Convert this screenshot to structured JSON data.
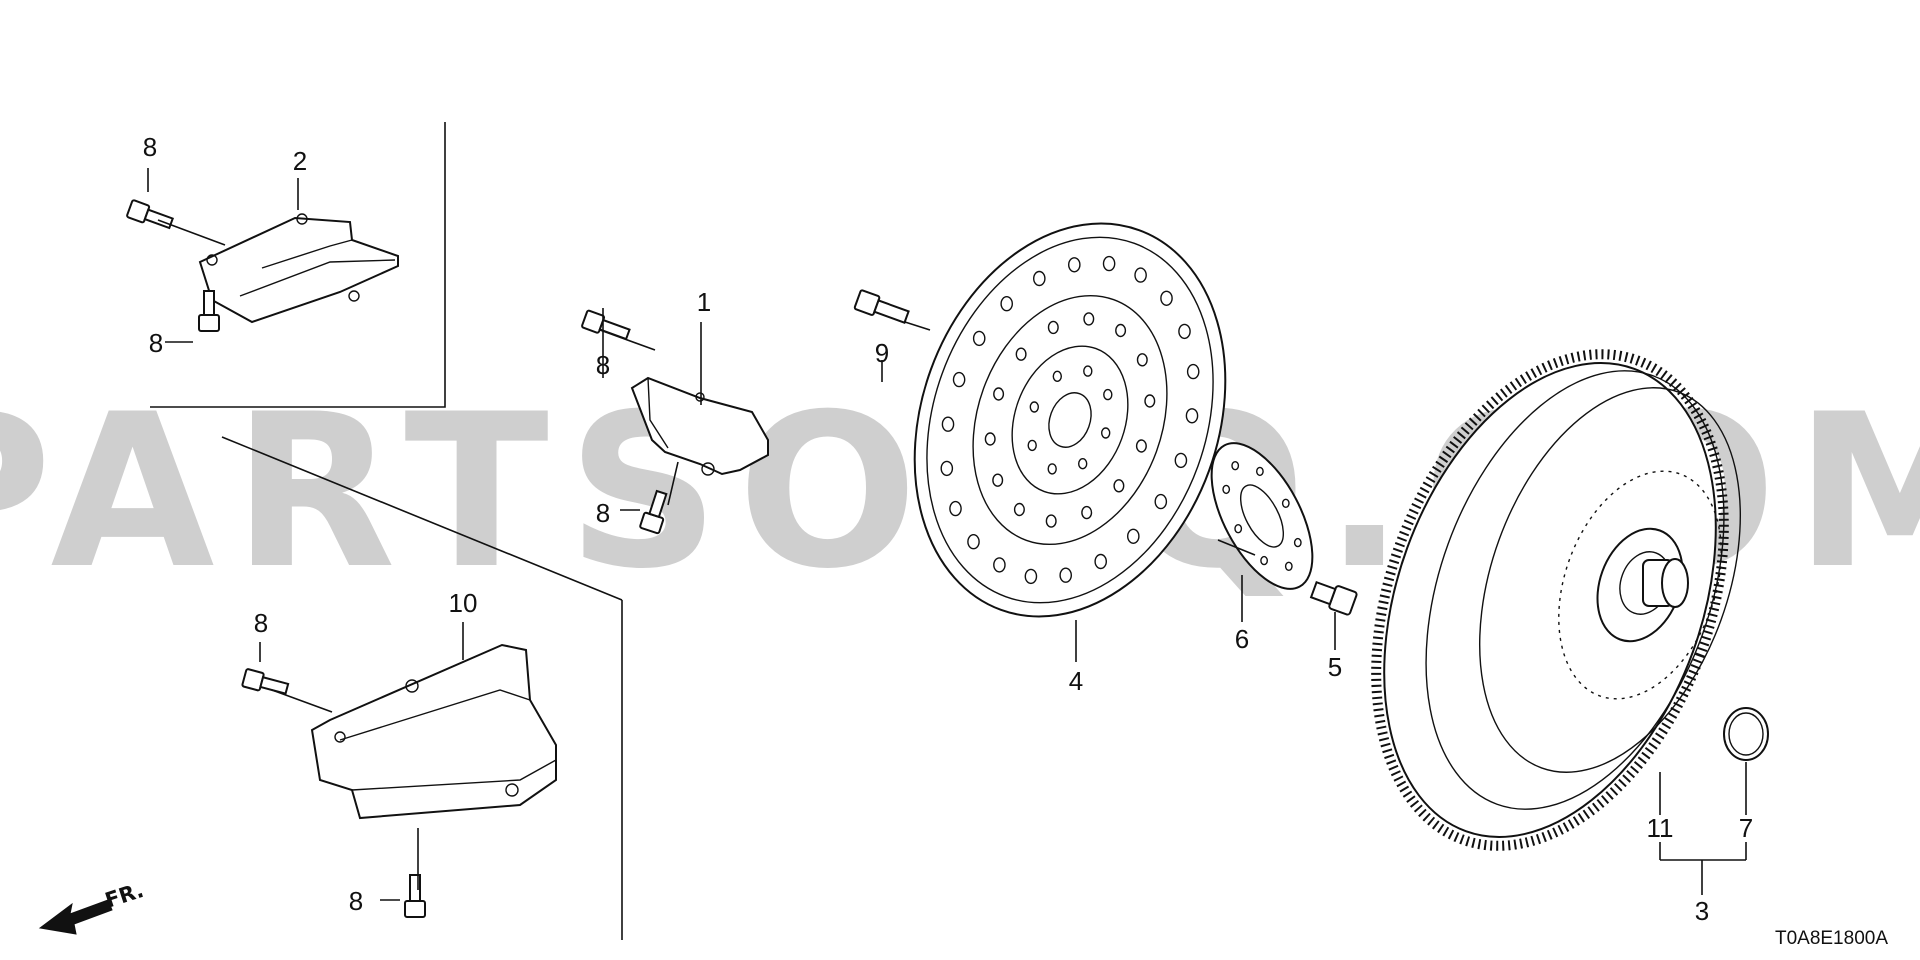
{
  "watermark": {
    "text": "PARTSOUQ.COM"
  },
  "diagram_code": "T0A8E1800A",
  "front_marker": {
    "label": "FR."
  },
  "callouts": {
    "c1": "1",
    "c2": "2",
    "c3": "3",
    "c4": "4",
    "c5": "5",
    "c6": "6",
    "c7": "7",
    "c8a": "8",
    "c8b": "8",
    "c8c": "8",
    "c8d": "8",
    "c8e": "8",
    "c8f": "8",
    "c9": "9",
    "c10": "10",
    "c11": "11"
  },
  "icons": {
    "bolt": "bolt-icon",
    "arrow": "front-arrow-icon"
  },
  "colors": {
    "line": "#111111",
    "watermark": "#cfcfcf",
    "background": "#ffffff"
  }
}
